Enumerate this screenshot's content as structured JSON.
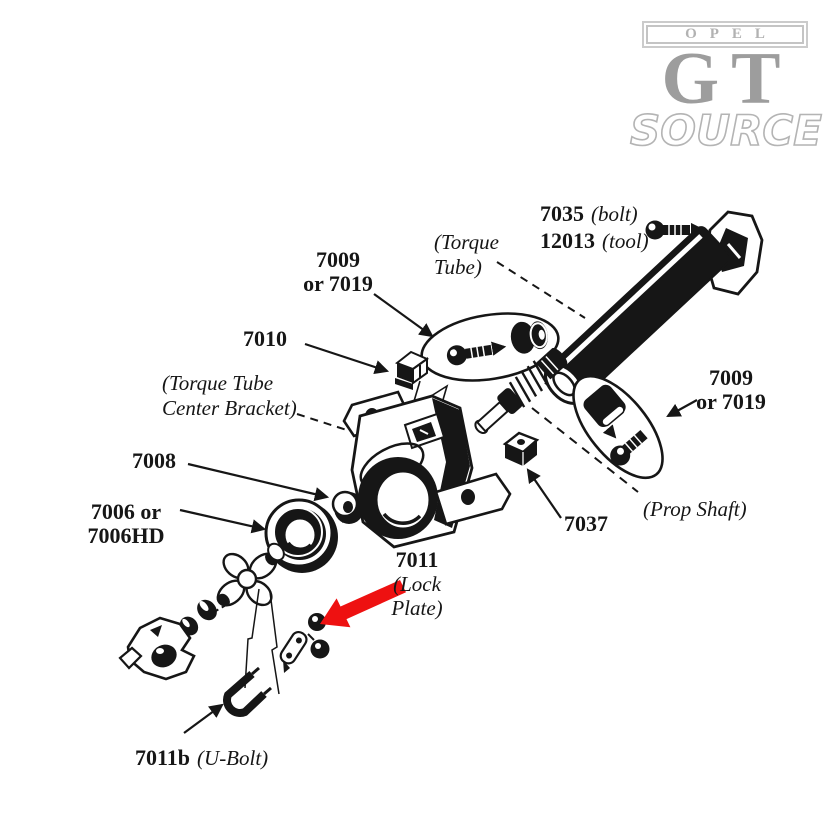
{
  "logo": {
    "brand": "OPEL",
    "model": "GT",
    "site": "SOURCE"
  },
  "labels": {
    "bolt": {
      "num": "7035",
      "note": "(bolt)"
    },
    "tool": {
      "num": "12013",
      "note": "(tool)"
    },
    "torque_tube": {
      "line1": "(Torque",
      "line2": "Tube)"
    },
    "kit_left": {
      "line1": "7009",
      "line2": "or 7019"
    },
    "clamp": {
      "num": "7010"
    },
    "bracket": {
      "line1": "(Torque Tube",
      "line2": "Center Bracket)"
    },
    "ring": {
      "num": "7008"
    },
    "donut": {
      "line1": "7006 or",
      "line2": "7006HD"
    },
    "nut": {
      "num": "7037"
    },
    "kit_right": {
      "line1": "7009",
      "line2": "or 7019"
    },
    "prop_shaft": {
      "note": "(Prop Shaft)"
    },
    "lock_plate": {
      "num": "7011",
      "note_line1": "(Lock",
      "note_line2": "Plate)"
    },
    "u_bolt": {
      "num": "7011b",
      "note": "(U-Bolt)"
    }
  },
  "colors": {
    "ink": "#161616",
    "highlight_red": "#ee1111",
    "logo_gray": "#9d9d9d",
    "logo_light": "#c6c6c6",
    "background": "#ffffff"
  }
}
